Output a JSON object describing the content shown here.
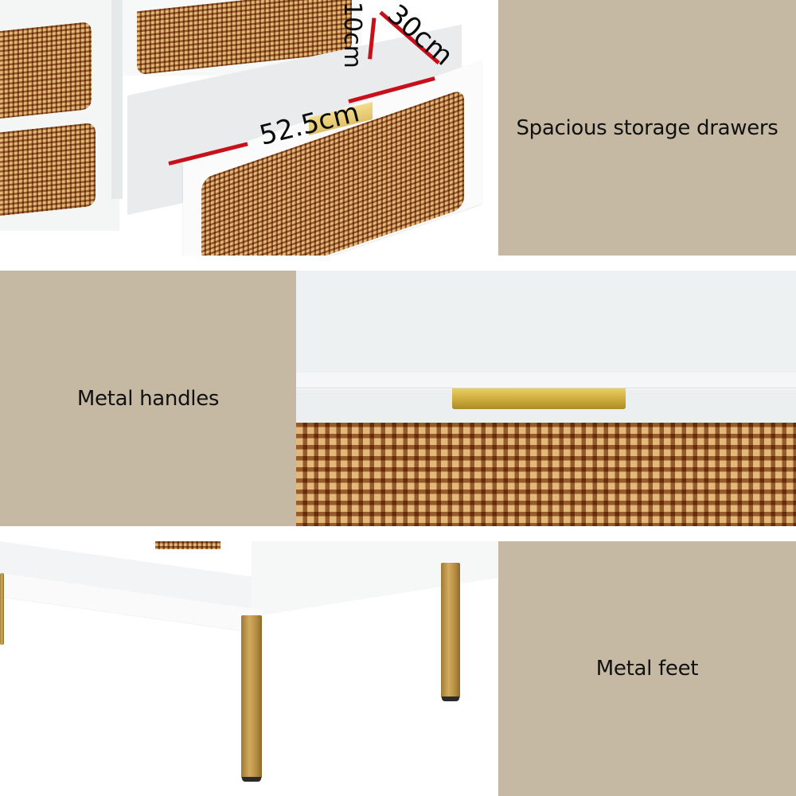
{
  "features": [
    {
      "label": "Spacious storage drawers",
      "image": "open-drawer-with-dimensions"
    },
    {
      "label": "Metal handles",
      "image": "gold-handle-closeup"
    },
    {
      "label": "Metal feet",
      "image": "gold-legs-closeup"
    }
  ],
  "dimensions": {
    "width": "52.5cm",
    "depth": "30cm",
    "height": "10cm"
  },
  "colors": {
    "panel_bg": "#c5b9a4",
    "text": "#111111",
    "dimension_line": "#c8101a",
    "rattan": "#e2b97a",
    "gold": "#c9a637",
    "cabinet_white": "#f7f8f8"
  }
}
